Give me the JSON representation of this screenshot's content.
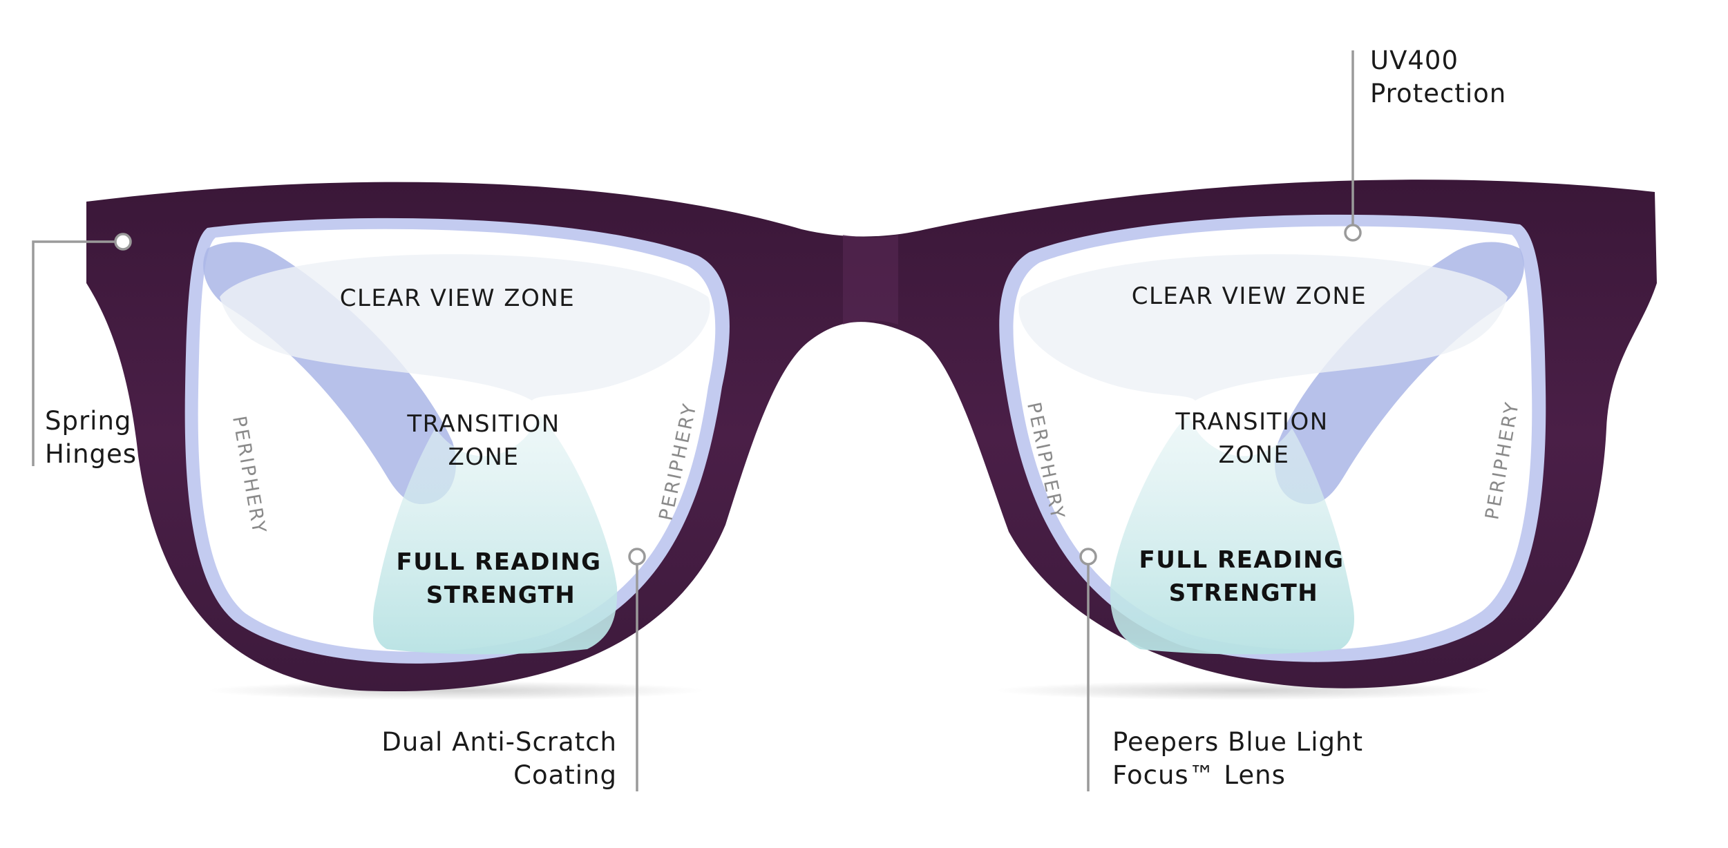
{
  "callouts": {
    "uv": [
      "UV400",
      "Protection"
    ],
    "hinges": [
      "Spring",
      "Hinges"
    ],
    "coating": [
      "Dual Anti-Scratch",
      "Coating"
    ],
    "lens": [
      "Peepers Blue Light",
      "Focus™ Lens"
    ]
  },
  "lens_left": {
    "clear": "CLEAR VIEW ZONE",
    "transition": [
      "TRANSITION",
      "ZONE"
    ],
    "reading": [
      "FULL READING",
      "STRENGTH"
    ],
    "periphery_outer": "PERIPHERY",
    "periphery_inner": "PERIPHERY"
  },
  "lens_right": {
    "clear": "CLEAR VIEW ZONE",
    "transition": [
      "TRANSITION",
      "ZONE"
    ],
    "reading": [
      "FULL READING",
      "STRENGTH"
    ],
    "periphery_inner": "PERIPHERY",
    "periphery_outer": "PERIPHERY"
  },
  "colors": {
    "frame": "#3f1a3f",
    "frame_highlight": "#5a2a55",
    "lens_rim": "#b9c3ee",
    "temple_arm": "#aab6e6",
    "clear_zone": "#eef2f6",
    "reading_zone": "#bfe6e6",
    "leader": "#9a9a9a"
  }
}
